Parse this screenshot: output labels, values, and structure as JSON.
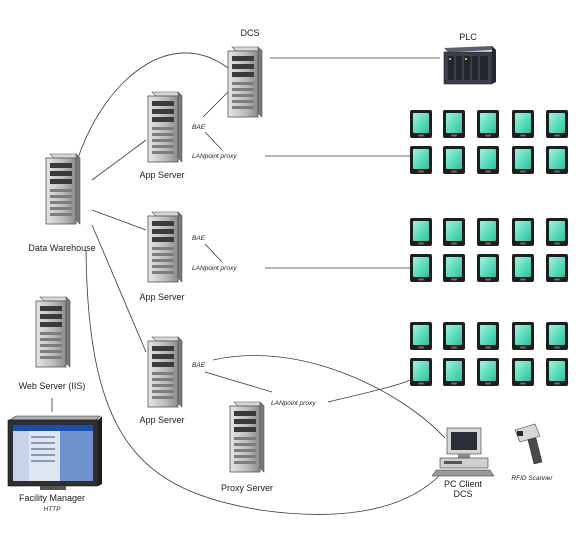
{
  "labels": {
    "dcs": "DCS",
    "plc": "PLC",
    "data_warehouse": "Data Warehouse",
    "app_server": "App Server",
    "bae": "BAE",
    "lanpoint_proxy": "LANpoint proxy",
    "web_server": "Web Server (IIS)",
    "facility_manager": "Facility Manager",
    "http": "HTTP",
    "proxy_server": "Proxy Server",
    "pc_client": "PC Client",
    "pc_client_dcs": "DCS",
    "rfid_scanner": "RFID Scanner"
  },
  "colors": {
    "terminal_screen": "#29d3ad",
    "server_body": "#b9b9b9",
    "plc_body": "#3b3f49",
    "monitor_screen": "#1a4fb0"
  },
  "icons": {
    "server": "server-tower-icon",
    "terminal": "handheld-terminal-icon",
    "plc": "plc-rack-icon",
    "monitor": "monitor-icon",
    "pc": "pc-client-icon",
    "scanner": "barcode-scanner-icon"
  }
}
